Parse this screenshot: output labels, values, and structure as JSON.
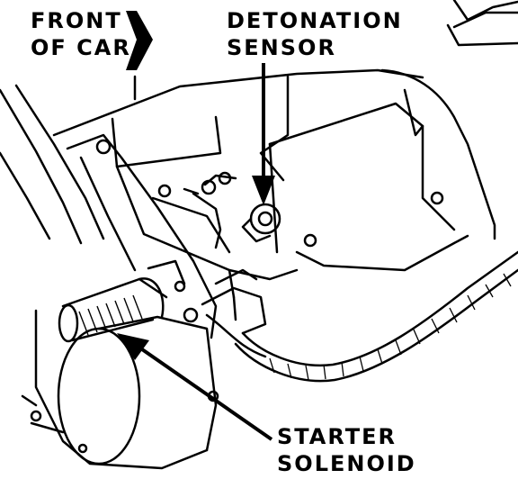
{
  "labels": {
    "front_line1": "FRONT",
    "front_line2": "OF CAR",
    "sensor_line1": "DETONATION",
    "sensor_line2": "SENSOR",
    "starter_line1": "STARTER",
    "starter_line2": "SOLENOID"
  }
}
